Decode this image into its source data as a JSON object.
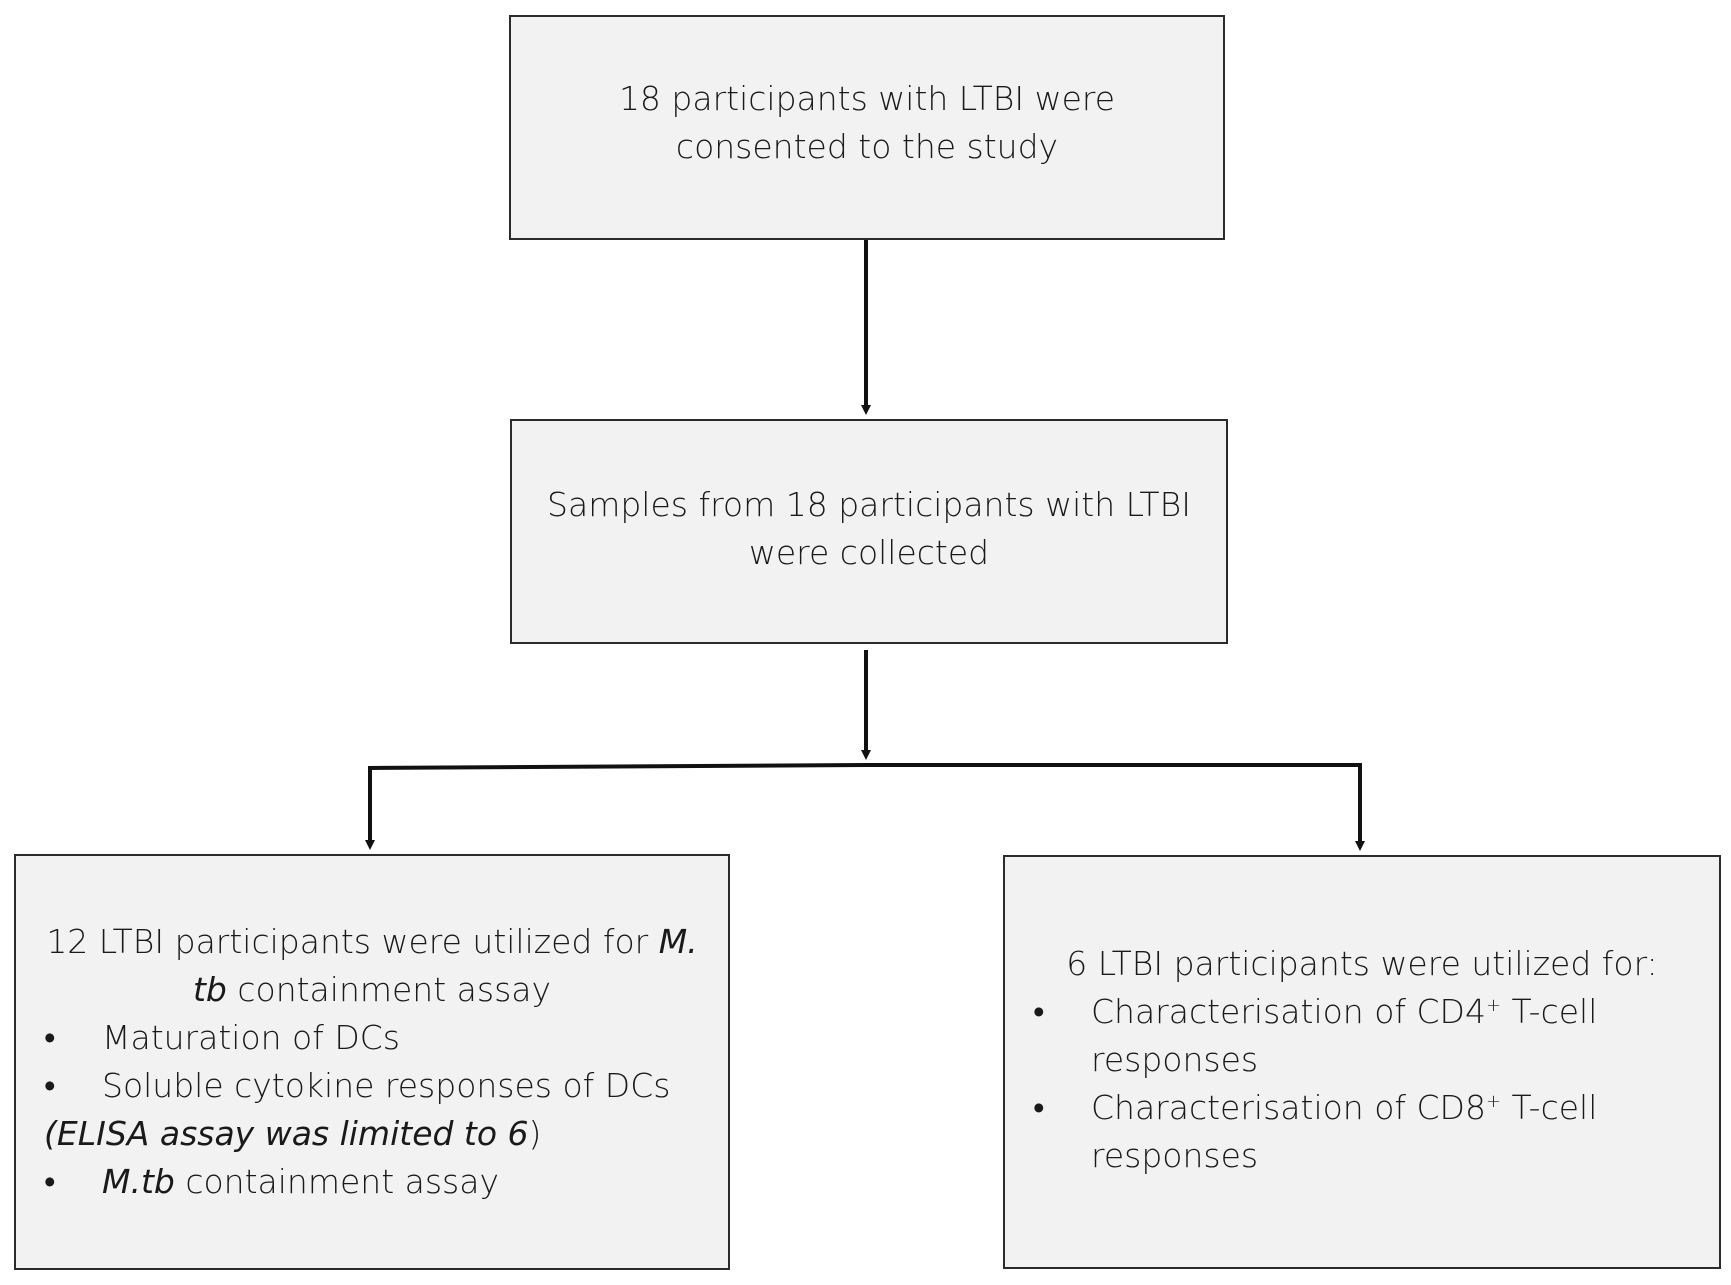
{
  "top_box": {
    "line1": "18 participants with LTBI were",
    "line2": "consented to the study"
  },
  "middle_box": {
    "line1": "Samples from 18 participants with LTBI",
    "line2": "were collected"
  },
  "left_box": {
    "heading_part1": "12 LTBI participants were utilized for ",
    "heading_part2_italic": "M.",
    "heading_line2_italic": "tb",
    "heading_line2_rest": " containment assay",
    "bullet_char": "•",
    "item1": "Maturation of DCs",
    "item2": "Soluble cytokine responses of DCs",
    "note_italic": "(ELISA assay was limited to 6",
    "note_close": ")",
    "item3_italic": "M.tb",
    "item3_rest": " containment assay"
  },
  "right_box": {
    "heading": "6 LTBI participants were utilized for:",
    "bullet_char": "•",
    "item1_prefix": "Characterisation of CD4",
    "item1_sup": "+",
    "item1_suffix": " T-cell",
    "item1_line2": "responses",
    "item2_prefix": "Characterisation of CD8",
    "item2_sup": "+",
    "item2_suffix": " T-cell",
    "item2_line2": "responses"
  },
  "colors": {
    "box_fill": "#f2f2f2",
    "box_border": "#2b2b2b",
    "arrow": "#111111",
    "text": "#1a1a1a"
  }
}
